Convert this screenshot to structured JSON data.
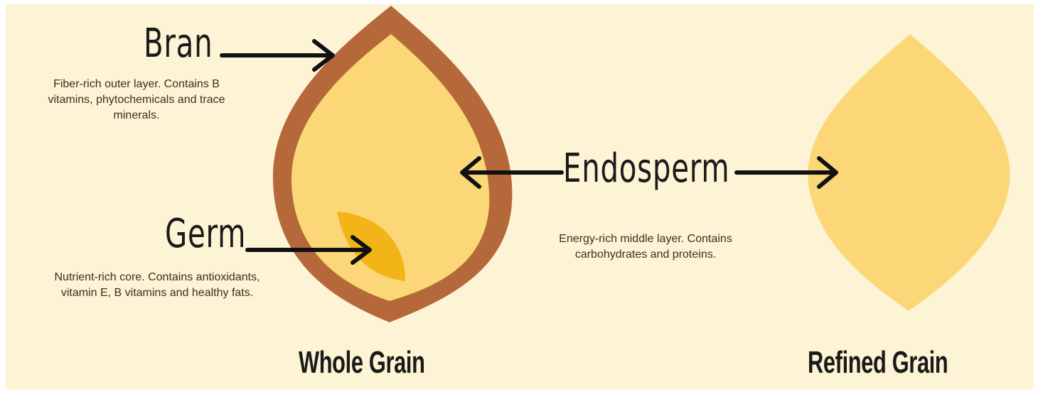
{
  "labels": {
    "bran": "Bran",
    "bran_desc": "Fiber-rich outer layer. Contains B vitamins, phytochemicals and trace minerals.",
    "germ": "Germ",
    "germ_desc": "Nutrient-rich core. Contains antioxidants, vitamin E, B vitamins and healthy fats.",
    "endosperm": "Endosperm",
    "endosperm_desc": "Energy-rich middle layer. Contains carbohydrates and proteins."
  },
  "titles": {
    "whole": "Whole Grain",
    "refined": "Refined Grain"
  },
  "colors": {
    "background": "#fdf4d6",
    "bran": "#b5693a",
    "endosperm": "#fbd777",
    "germ": "#f2b518",
    "refined": "#fbd777"
  }
}
